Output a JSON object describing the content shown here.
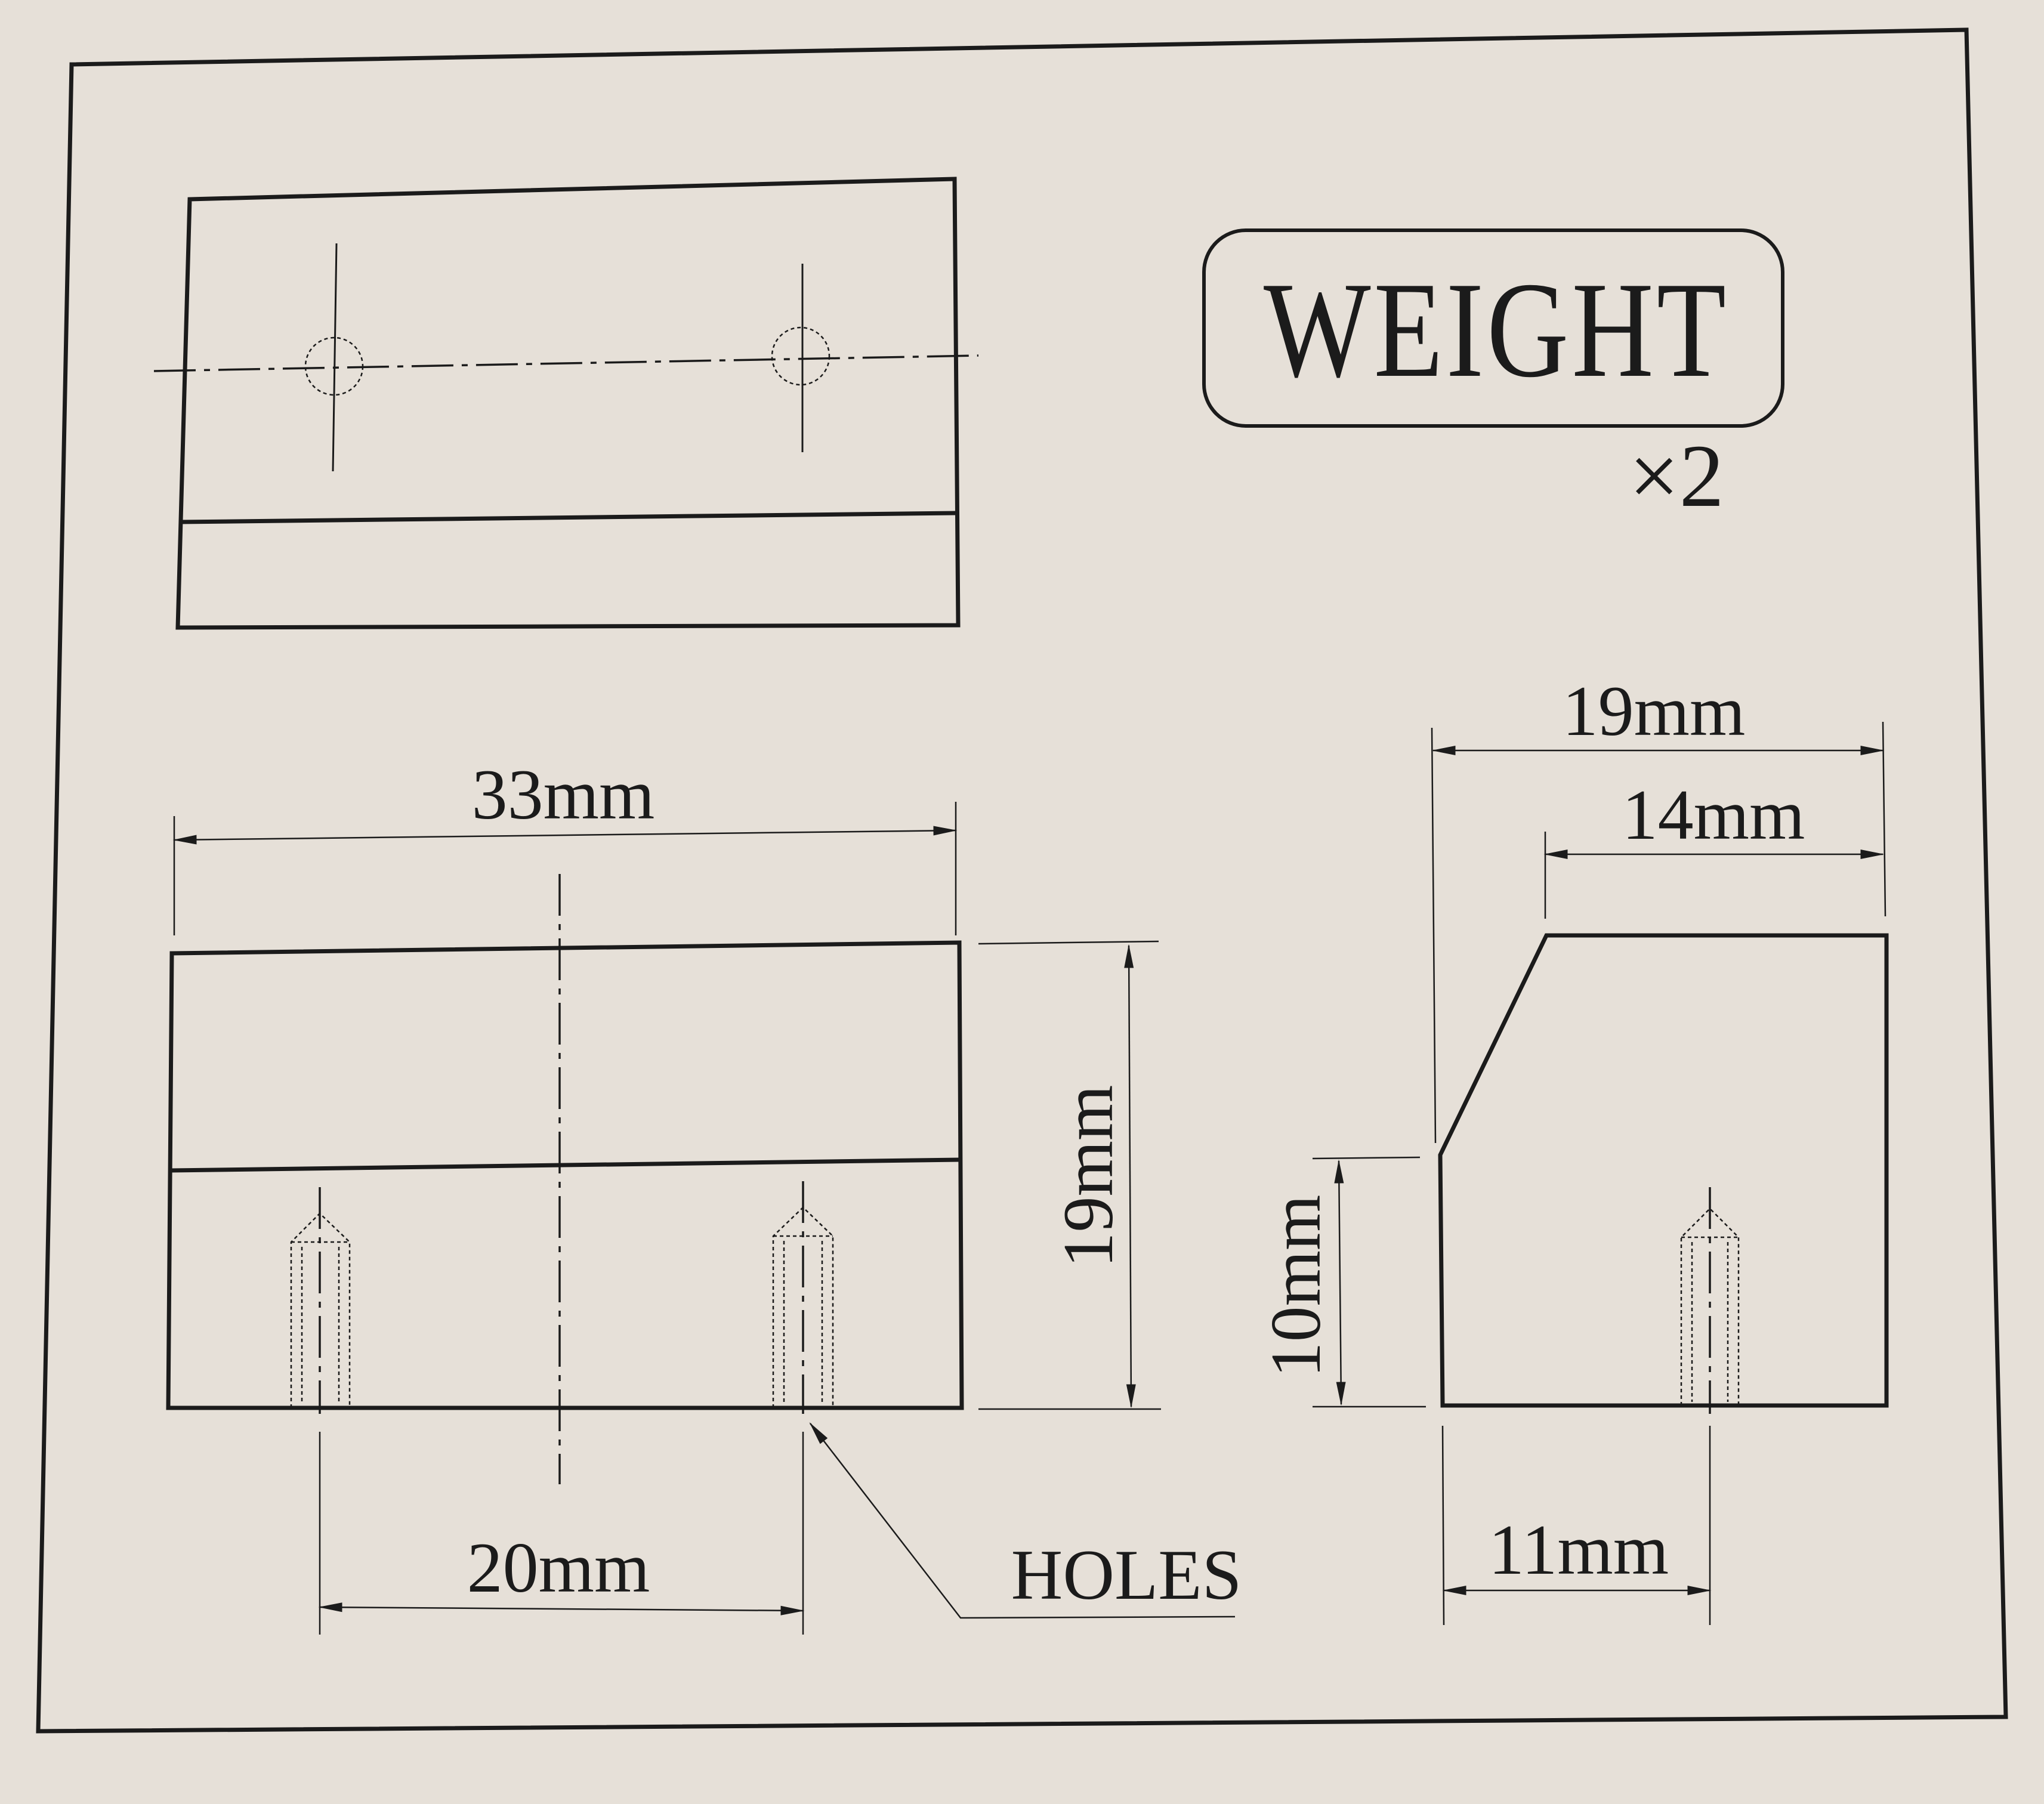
{
  "title": "WEIGHT",
  "quantity": "×2",
  "callouts": {
    "holes": "HOLES"
  },
  "dimensions": {
    "front_width": "33mm",
    "front_height": "19mm",
    "hole_spacing": "20mm",
    "side_top_width": "19mm",
    "side_flat_width": "14mm",
    "side_lower_height": "10mm",
    "side_hole_offset": "11mm"
  },
  "colors": {
    "ink": "#1b1b1b",
    "paper": "#e6e0d8"
  }
}
